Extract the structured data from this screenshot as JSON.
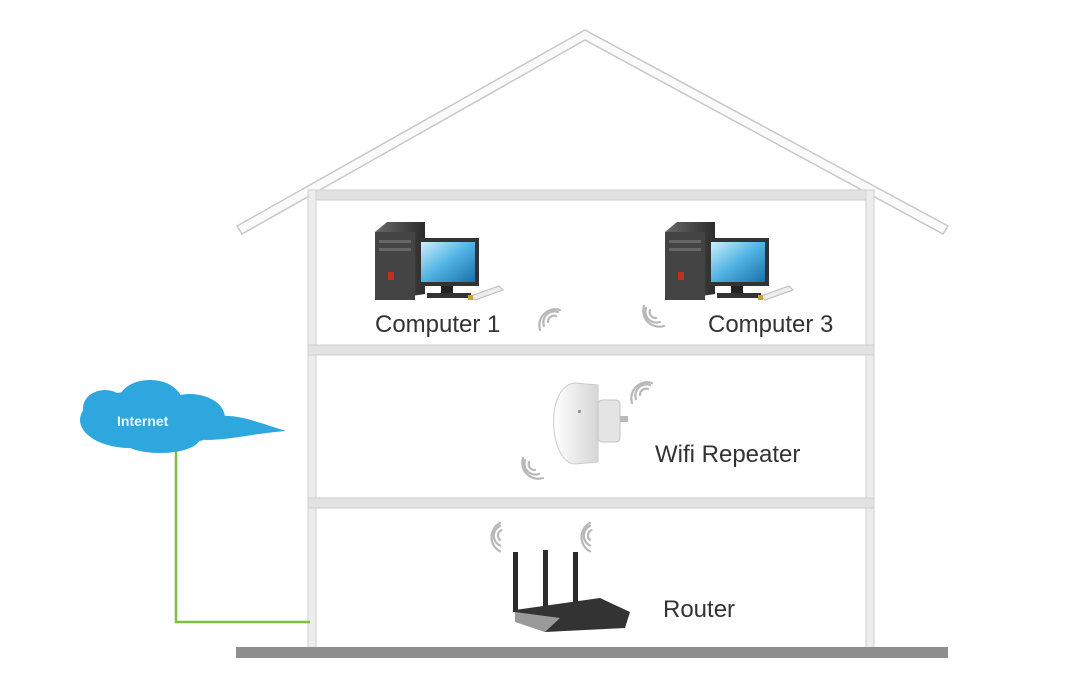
{
  "diagram": {
    "cloud": {
      "label": "Internet",
      "color": "#2ea7de"
    },
    "connection_color": "#7cc142",
    "floors": [
      {
        "devices": [
          {
            "label": "Computer 1",
            "icon": "desktop-computer-icon"
          },
          {
            "label": "Computer 3",
            "icon": "desktop-computer-icon"
          }
        ]
      },
      {
        "devices": [
          {
            "label": "Wifi Repeater",
            "icon": "wifi-repeater-icon"
          }
        ]
      },
      {
        "devices": [
          {
            "label": "Router",
            "icon": "wireless-router-icon"
          }
        ]
      }
    ]
  }
}
